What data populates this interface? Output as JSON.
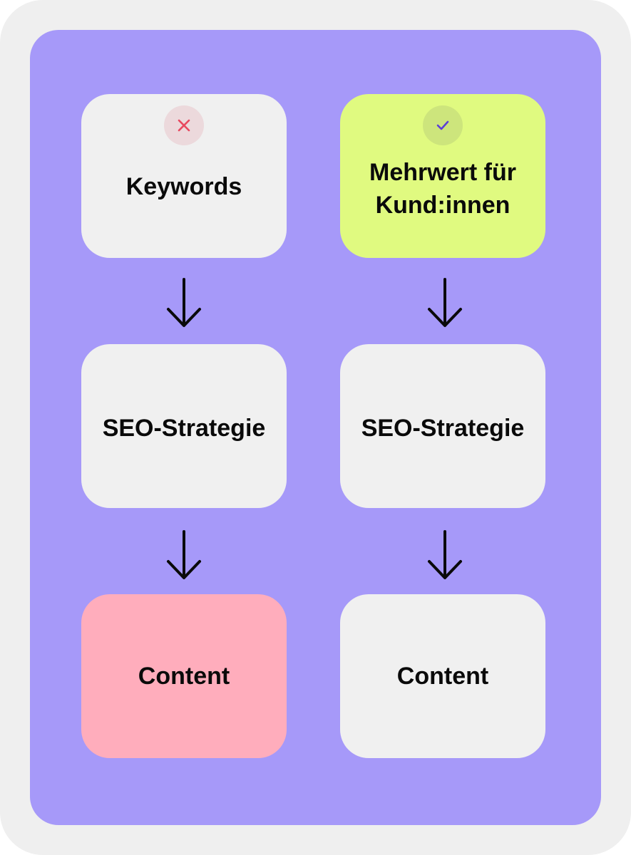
{
  "colors": {
    "outer_background": "#efefef",
    "panel_background": "#a699f9",
    "card_default": "#f0f0f0",
    "card_positive": "#e0fa80",
    "card_negative": "#ffadbc",
    "cross_icon": "#e8485f",
    "check_icon": "#5b3fd6",
    "arrow": "#0a0a0a"
  },
  "left_column": {
    "status_icon": "cross-icon",
    "cards": [
      {
        "label": "Keywords"
      },
      {
        "label": "SEO-Strategie"
      },
      {
        "label": "Content"
      }
    ]
  },
  "right_column": {
    "status_icon": "check-icon",
    "cards": [
      {
        "label": "Mehrwert für Kund:innen"
      },
      {
        "label": "SEO-Strategie"
      },
      {
        "label": "Content"
      }
    ]
  },
  "connector_icon": "arrow-down-icon"
}
